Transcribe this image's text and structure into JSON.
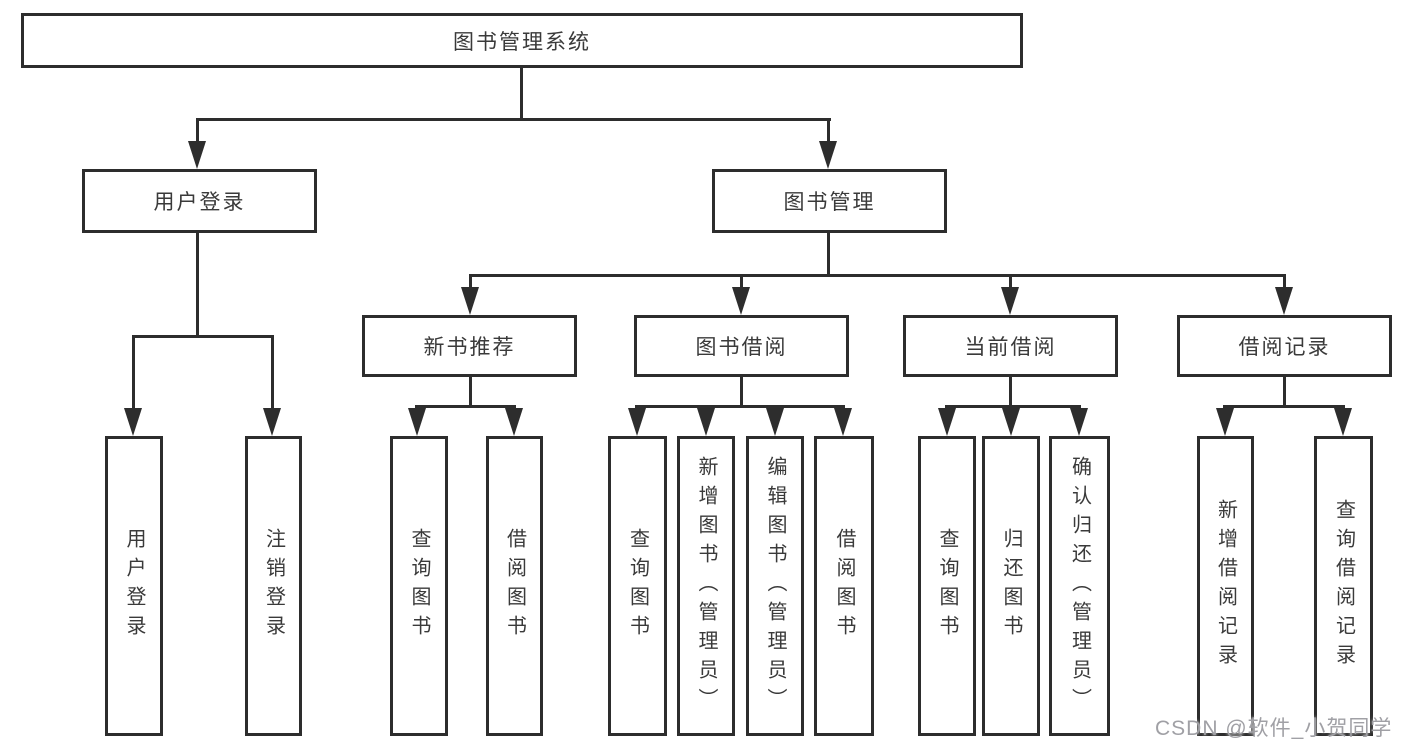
{
  "diagram": {
    "root": {
      "label": "图书管理系统"
    },
    "branches": [
      {
        "label": "用户登录",
        "leaves": [
          {
            "label": "用户登录"
          },
          {
            "label": "注销登录"
          }
        ]
      },
      {
        "label": "图书管理",
        "groups": [
          {
            "label": "新书推荐",
            "leaves": [
              {
                "label": "查询图书"
              },
              {
                "label": "借阅图书"
              }
            ]
          },
          {
            "label": "图书借阅",
            "leaves": [
              {
                "label": "查询图书"
              },
              {
                "label": "新增图书（管理员）"
              },
              {
                "label": "编辑图书（管理员）"
              },
              {
                "label": "借阅图书"
              }
            ]
          },
          {
            "label": "当前借阅",
            "leaves": [
              {
                "label": "查询图书"
              },
              {
                "label": "归还图书"
              },
              {
                "label": "确认归还（管理员）"
              }
            ]
          },
          {
            "label": "借阅记录",
            "leaves": [
              {
                "label": "新增借阅记录"
              },
              {
                "label": "查询借阅记录"
              }
            ]
          }
        ]
      }
    ]
  },
  "watermark": {
    "text": "CSDN @软件_小贺同学"
  },
  "colors": {
    "line": "#2d2d2d",
    "text": "#3a3a3a",
    "watermark": "#a0a0a5",
    "background": "#ffffff"
  }
}
